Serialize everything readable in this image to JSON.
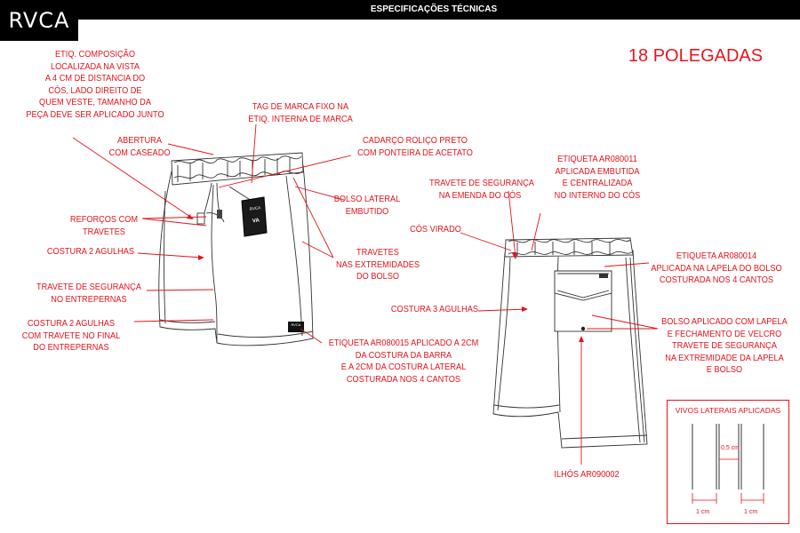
{
  "header": {
    "logo": "RVCA",
    "title": "ESPECIFICAÇÕES TÉCNICAS"
  },
  "size_label": "18 POLEGADAS",
  "colors": {
    "accent": "#e3131b",
    "header_bg": "#000000",
    "line": "#333333"
  },
  "front_annotations": {
    "etiq_composicao": [
      "ETIQ. COMPOSIÇÃO",
      "LOCALIZADA NA VISTA",
      "A 4 CM DE DISTANCIA DO",
      "CÓS, LADO DIREITO DE",
      "QUEM VESTE, TAMANHO DA",
      "PEÇA DEVE SER APLICADO JUNTO"
    ],
    "tag_marca": [
      "TAG DE MARCA FIXO NA",
      "ETIQ. INTERNA DE MARCA"
    ],
    "abertura": [
      "ABERTURA",
      "COM CASEADO"
    ],
    "cadarco": [
      "CADARÇO ROLIÇO PRETO",
      "COM PONTEIRA DE ACETATO"
    ],
    "bolso_lateral": [
      "BOLSO LATERAL",
      "EMBUTIDO"
    ],
    "reforcos": [
      "REFORÇOS COM",
      "TRAVETES"
    ],
    "costura_2": [
      "COSTURA 2 AGULHAS"
    ],
    "travetes_extremidades": [
      "TRAVETES",
      "NAS EXTREMIDADES",
      "DO BOLSO"
    ],
    "travete_entrepernas": [
      "TRAVETE DE SEGURANÇA",
      "NO ENTREPERNAS"
    ],
    "costura_2_travete": [
      "COSTURA 2 AGULHAS",
      "COM TRAVETE NO FINAL",
      "DO ENTREPERNAS"
    ],
    "etiqueta_ar080015": [
      "ETIQUETA AR080015 APLICADO A 2CM",
      "DA COSTURA DA BARRA",
      "E A 2CM DA COSTURA LATERAL",
      "COSTURADA NOS 4 CANTOS"
    ]
  },
  "back_annotations": {
    "travete_cos": [
      "TRAVETE DE SEGURANÇA",
      "NA EMENDA DO CÓS"
    ],
    "etiqueta_ar080011": [
      "ETIQUETA AR080011",
      "APLICADA EMBUTIDA",
      "E CENTRALIZADA",
      "NO INTERNO DO CÓS"
    ],
    "cos_virado": [
      "CÓS VIRADO"
    ],
    "etiqueta_ar080014": [
      "ETIQUETA AR080014",
      "APLICADA NA LAPELA DO BOLSO",
      "COSTURADA NOS 4 CANTOS"
    ],
    "costura_3": [
      "COSTURA 3 AGULHAS"
    ],
    "bolso_aplicado": [
      "BOLSO APLICADO COM LAPELA",
      "E FECHAMENTO DE VELCRO",
      "TRAVETE DE SEGURANÇA",
      "NA EXTREMIDADE DA LAPELA",
      "E BOLSO"
    ],
    "ilhos": [
      "ILHÓS AR090002"
    ]
  },
  "garment_labels": {
    "tag_logo": "RVCA",
    "tag_mark": "VA",
    "patch_logo": "RVCA"
  },
  "vivos": {
    "title": "VIVOS LATERAIS APLICADAS",
    "dim_center": "0,5 cm",
    "dim_left": "1 cm",
    "dim_right": "1 cm"
  }
}
